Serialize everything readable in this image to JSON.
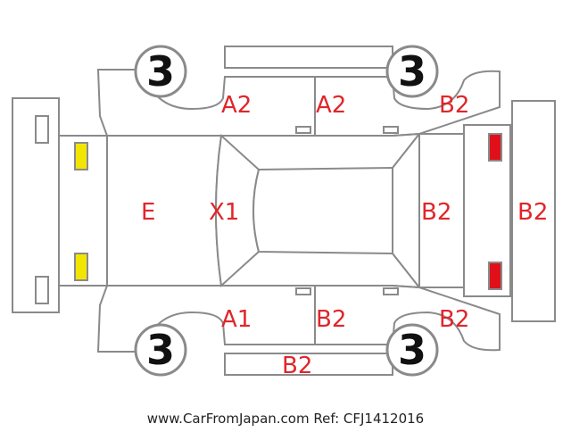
{
  "damage_codes": {
    "front_left_door": "A2",
    "rear_left_door": "A2",
    "rear_left_quarter": "B2",
    "hood": "E",
    "windshield": "X1",
    "tailgate": "B2",
    "rear_bumper": "B2",
    "front_right_door": "A1",
    "rear_right_door": "B2",
    "rear_right_quarter": "B2",
    "right_sill": "B2"
  },
  "tire_numbers": {
    "front_left": "3",
    "rear_left": "3",
    "front_right": "3",
    "rear_right": "3"
  },
  "footer_text": "www.CarFromJapan.com Ref: CFJ1412016",
  "colors": {
    "outline": "#8a8a8a",
    "damage_text": "#e0262b",
    "front_lamp": "#f2e600",
    "rear_lamp": "#e0101a"
  }
}
